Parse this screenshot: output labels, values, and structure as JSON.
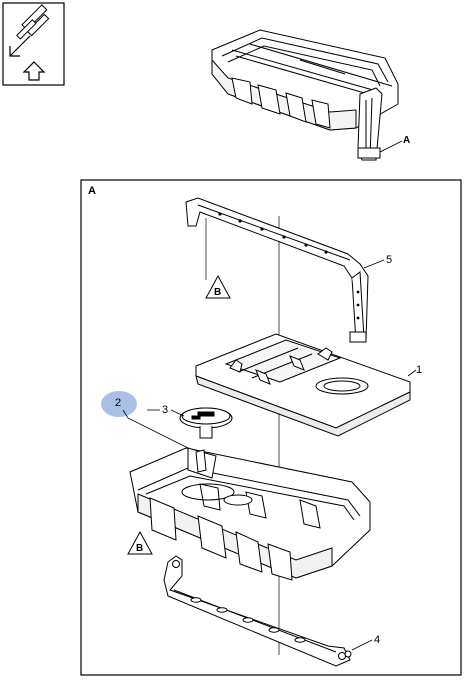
{
  "view_frame_label": "A",
  "view_reference_label": "A",
  "callouts": {
    "item_1": "1",
    "item_2": "2",
    "item_3": "3",
    "item_4": "4",
    "item_5": "5"
  },
  "detail_refs": {
    "upper": "B",
    "lower": "B"
  },
  "colors": {
    "line": "#000000",
    "highlight": "#a9bfe6",
    "background": "#ffffff"
  },
  "icons": {
    "corner": "front-arrow-orientation-icon"
  }
}
